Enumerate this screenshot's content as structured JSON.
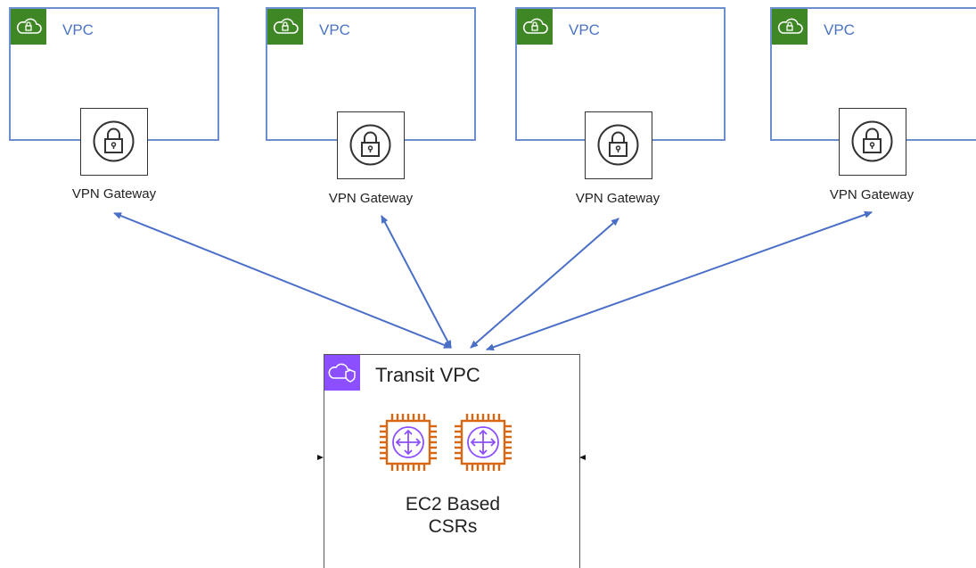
{
  "vpcs": [
    {
      "label": "VPC",
      "gateway_label": "VPN Gateway",
      "badge_icon": "cloud-lock-icon",
      "gateway_icon": "padlock-icon"
    },
    {
      "label": "VPC",
      "gateway_label": "VPN Gateway",
      "badge_icon": "cloud-lock-icon",
      "gateway_icon": "padlock-icon"
    },
    {
      "label": "VPC",
      "gateway_label": "VPN Gateway",
      "badge_icon": "cloud-lock-icon",
      "gateway_icon": "padlock-icon"
    },
    {
      "label": "VPC",
      "gateway_label": "VPN Gateway",
      "badge_icon": "cloud-lock-icon",
      "gateway_icon": "padlock-icon"
    }
  ],
  "transit": {
    "title": "Transit VPC",
    "badge_icon": "cloud-shield-icon",
    "csr_icon": "router-chip-icon",
    "csr_label_line1": "EC2 Based",
    "csr_label_line2": "CSRs"
  },
  "colors": {
    "vpc_border": "#6b8fcf",
    "vpc_badge": "#3f8624",
    "transit_badge": "#8c4fff",
    "chip": "#d86613",
    "router": "#8c4fff",
    "arrow": "#4a6fc7"
  }
}
